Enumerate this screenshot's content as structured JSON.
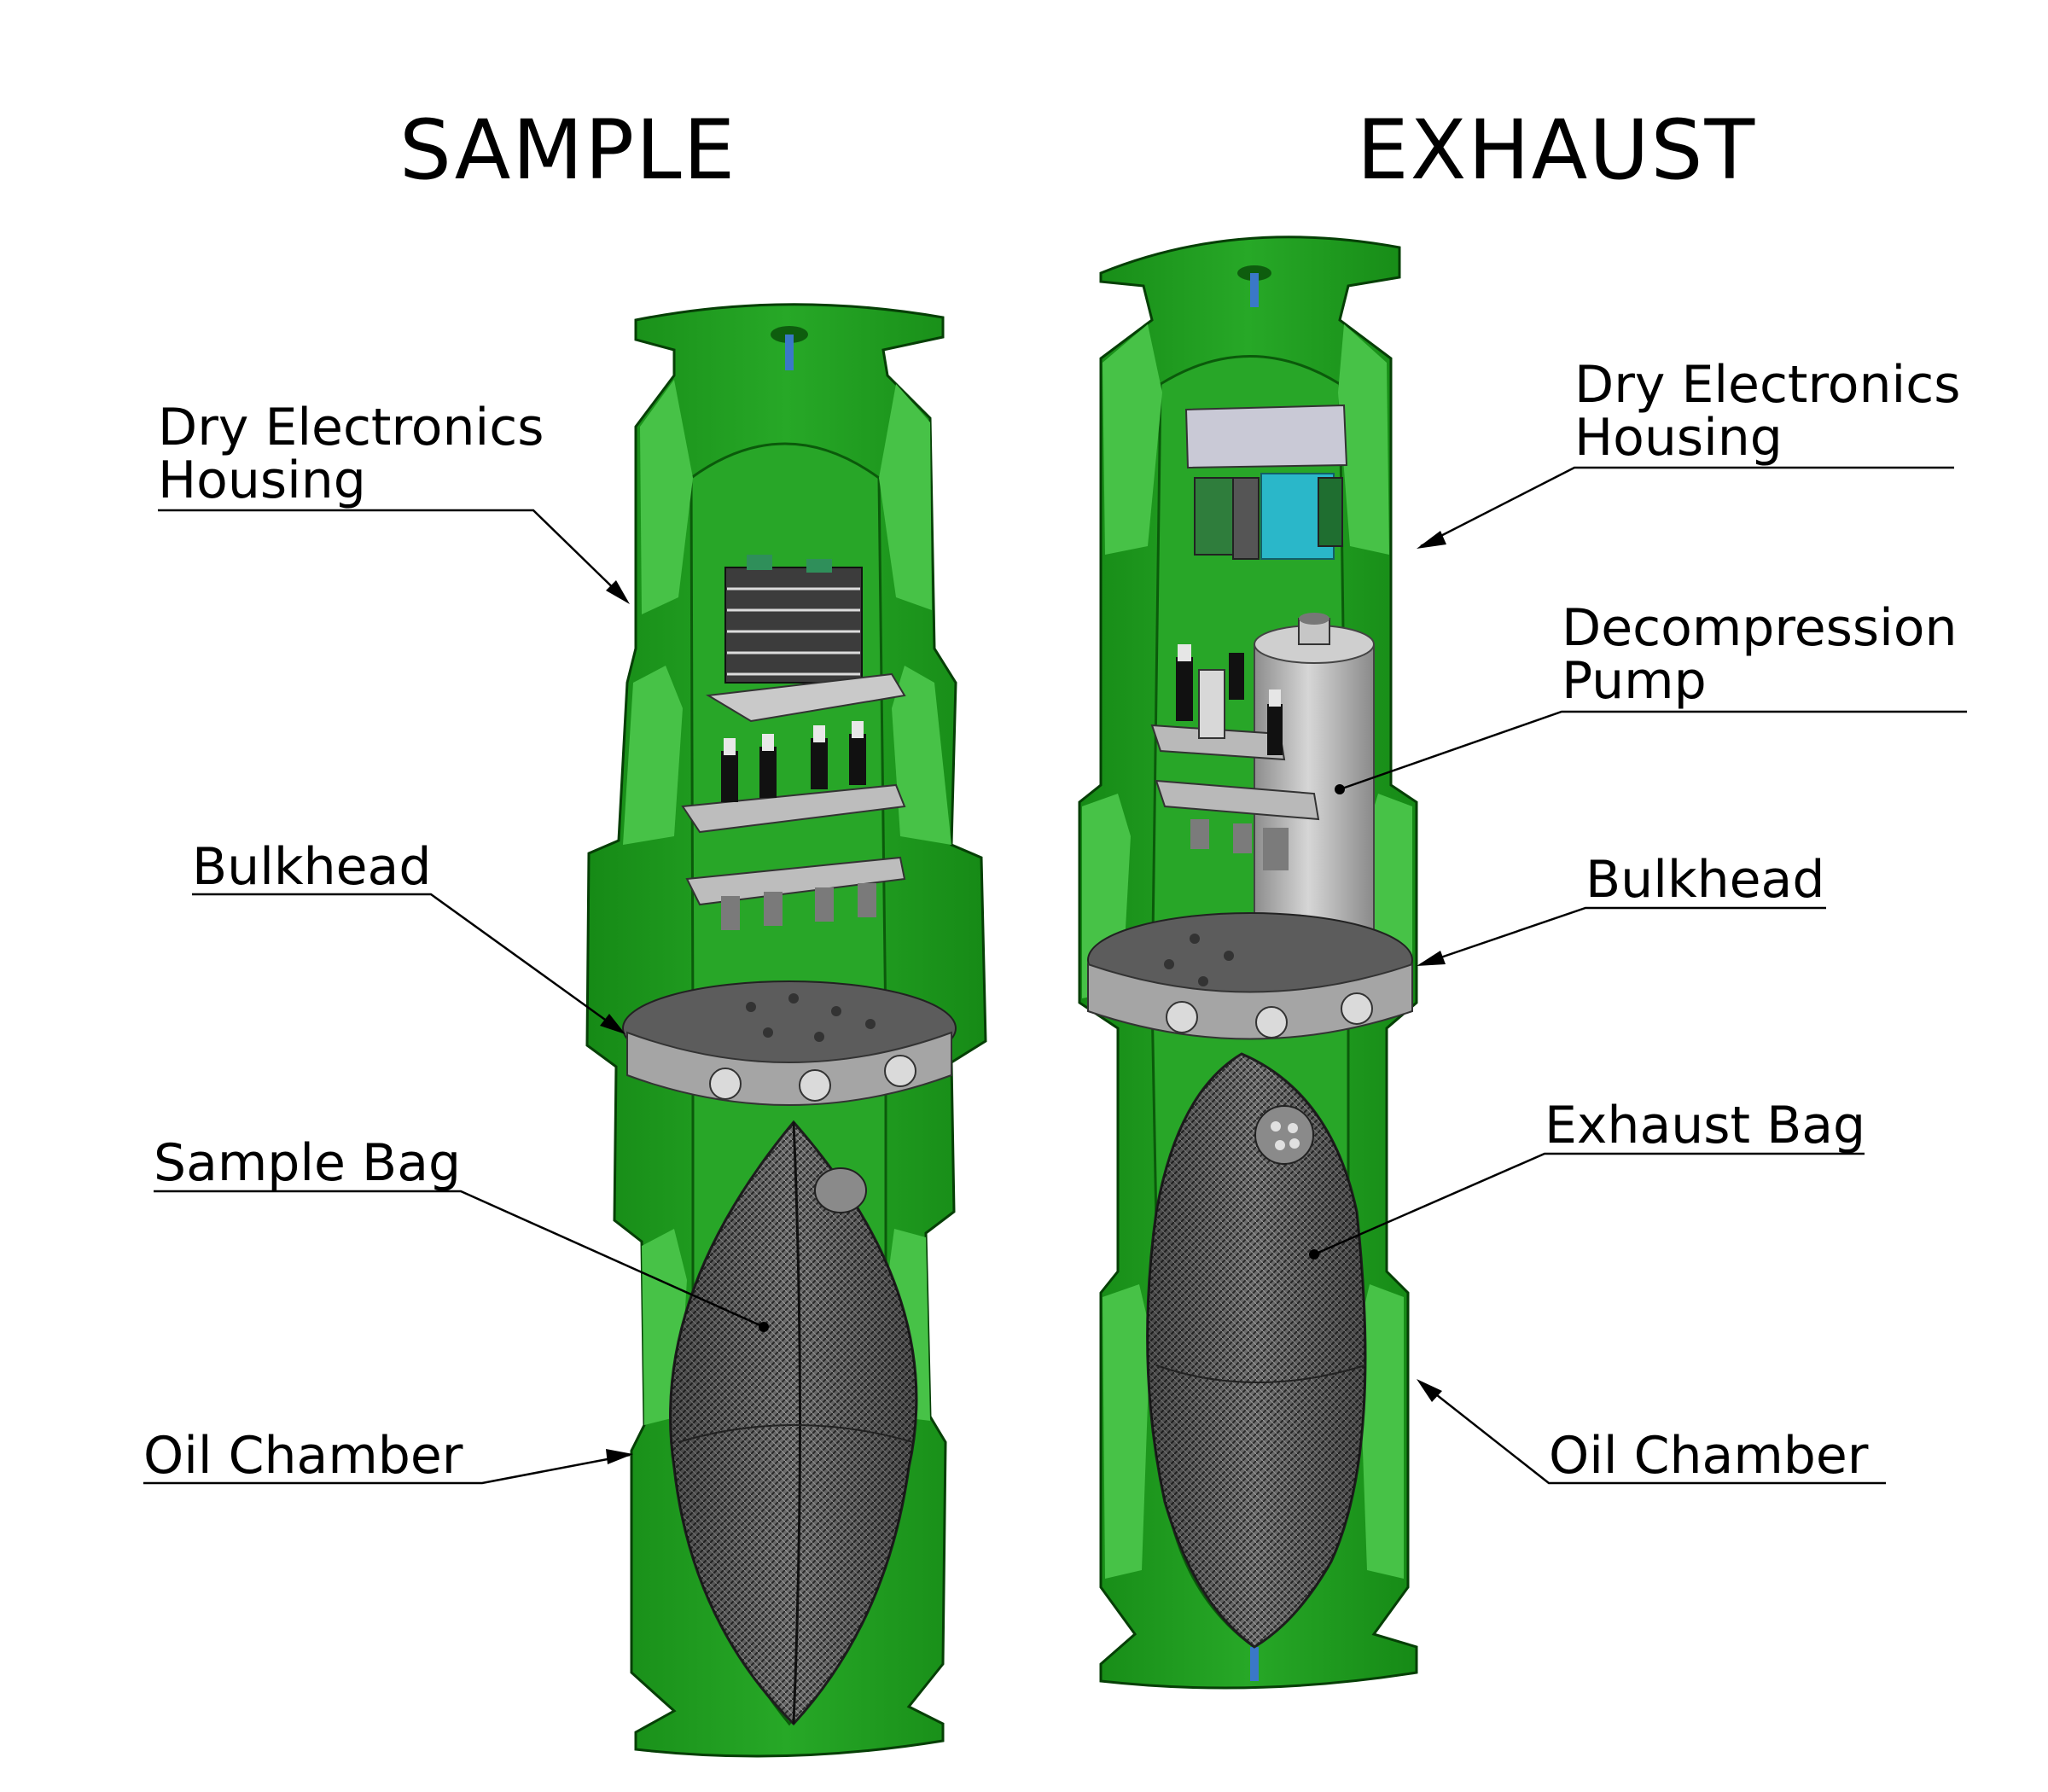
{
  "titles": {
    "sample": "SAMPLE",
    "exhaust": "EXHAUST"
  },
  "sample_labels": {
    "dry_electronics": [
      "Dry Electronics",
      "Housing"
    ],
    "bulkhead": "Bulkhead",
    "sample_bag": "Sample Bag",
    "oil_chamber": "Oil Chamber"
  },
  "exhaust_labels": {
    "dry_electronics": [
      "Dry Electronics",
      "Housing"
    ],
    "decompression_pump": [
      "Decompression",
      "Pump"
    ],
    "bulkhead": "Bulkhead",
    "exhaust_bag": "Exhaust Bag",
    "oil_chamber": "Oil Chamber"
  },
  "colors": {
    "housing_green": "#1f9e1f",
    "housing_light": "#44c244",
    "housing_dark": "#0f6e0f",
    "bulkhead_gray": "#9c9c9c",
    "bag_gray": "#5a5a5a",
    "pump_silver": "#b4b4b4",
    "electronics_teal": "#2ab7c9"
  }
}
